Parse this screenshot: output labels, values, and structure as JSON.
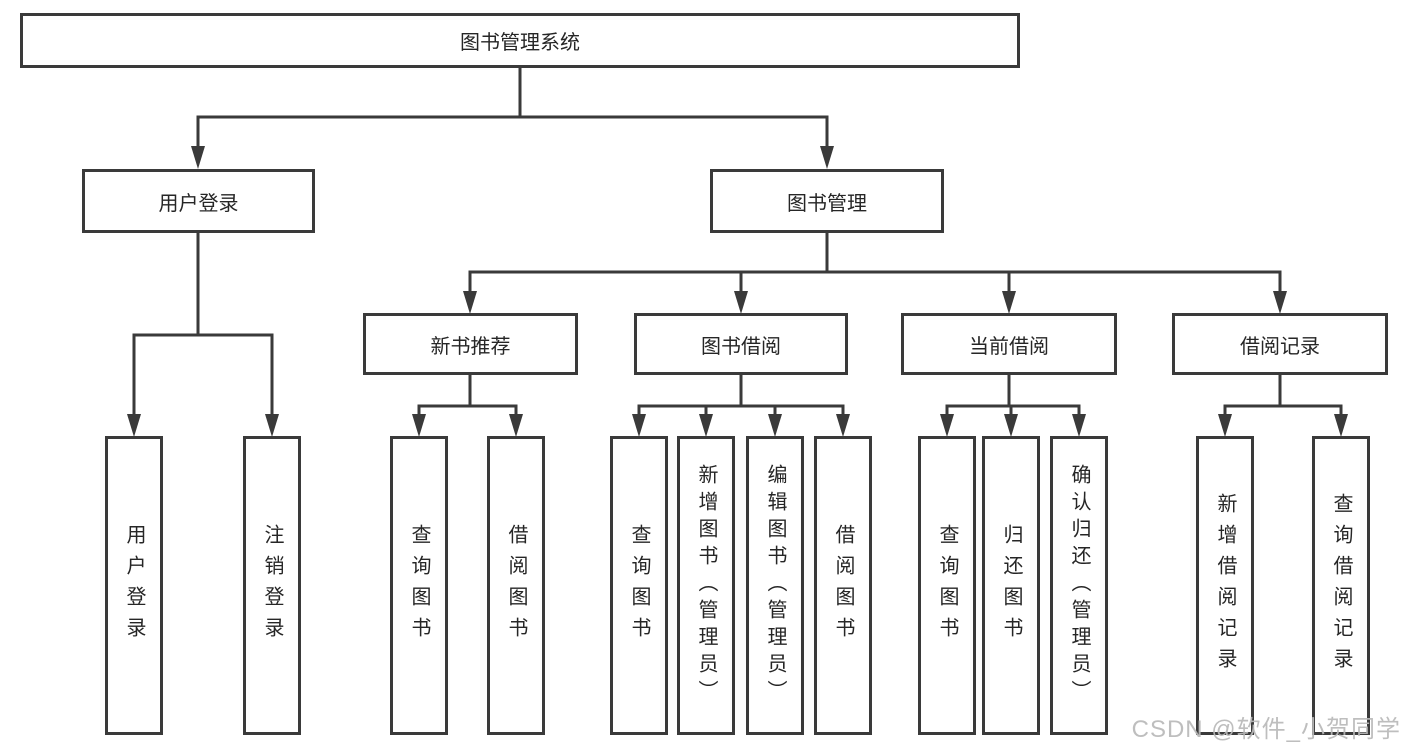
{
  "diagram": {
    "root": {
      "label": "图书管理系统"
    },
    "level2": [
      {
        "label": "用户登录"
      },
      {
        "label": "图书管理"
      }
    ],
    "level3": [
      {
        "label": "新书推荐"
      },
      {
        "label": "图书借阅"
      },
      {
        "label": "当前借阅"
      },
      {
        "label": "借阅记录"
      }
    ],
    "leaves": {
      "login": [
        "用户登录",
        "注销登录"
      ],
      "recommend": [
        "查询图书",
        "借阅图书"
      ],
      "borrow": [
        "查询图书",
        "新增图书（管理员）",
        "编辑图书（管理员）",
        "借阅图书"
      ],
      "current": [
        "查询图书",
        "归还图书",
        "确认归还（管理员）"
      ],
      "records": [
        "新增借阅记录",
        "查询借阅记录"
      ]
    }
  },
  "watermark": {
    "text": "CSDN @软件_小贺同学"
  },
  "colors": {
    "line": "#3a3a3a",
    "text": "#262626",
    "watermark": "#b9b9b9",
    "background": "#ffffff"
  }
}
